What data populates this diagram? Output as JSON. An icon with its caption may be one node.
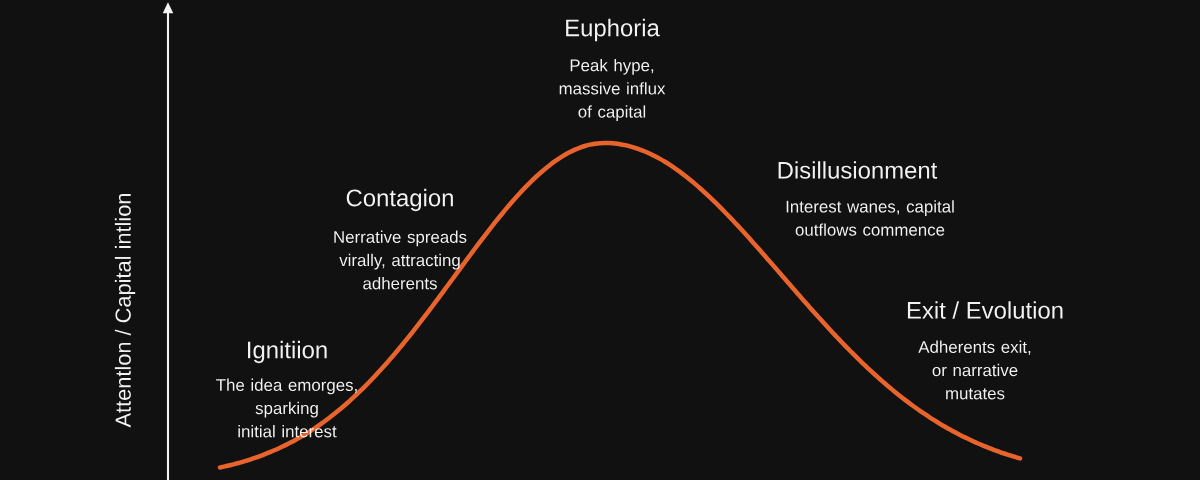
{
  "diagram": {
    "labels": [
      "Attentlon / Capital intlion",
      "Ignitiion",
      "The idea emorges, sparking initial interest",
      "Contagion",
      "Nerrative spreads virally, attracting adherents",
      "Euphoria",
      "Peak hype, massive influx of capital",
      "Disillusionment",
      "Interest wanes, capital outflows commence",
      "Exit / Evolution",
      "Adherents exit, or narrative mutates"
    ]
  }
}
